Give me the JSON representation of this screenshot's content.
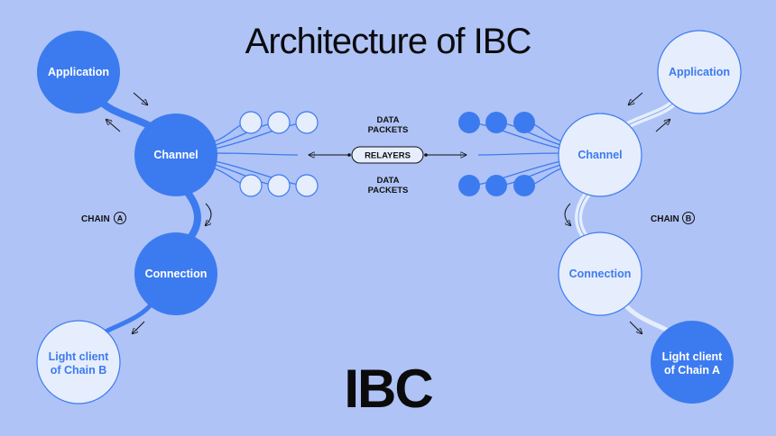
{
  "title": "Architecture of IBC",
  "colors": {
    "background": "#afc3f7",
    "dark_blue": "#3c7bef",
    "light_node": "#e6edfc",
    "outline": "#2f63d9",
    "text_dark": "#0b0b0b"
  },
  "chain_a": {
    "label": "CHAIN",
    "letter": "A",
    "application": "Application",
    "channel": "Channel",
    "connection": "Connection",
    "light_client_line1": "Light client",
    "light_client_line2": "of Chain B"
  },
  "chain_b": {
    "label": "CHAIN",
    "letter": "B",
    "application": "Application",
    "channel": "Channel",
    "connection": "Connection",
    "light_client_line1": "Light client",
    "light_client_line2": "of Chain A"
  },
  "center": {
    "top_packets_line1": "DATA",
    "top_packets_line2": "PACKETS",
    "relayers": "RELAYERS",
    "bottom_packets_line1": "DATA",
    "bottom_packets_line2": "PACKETS"
  },
  "logo": {
    "text": "IBC",
    "icon": "ibc-logo"
  }
}
